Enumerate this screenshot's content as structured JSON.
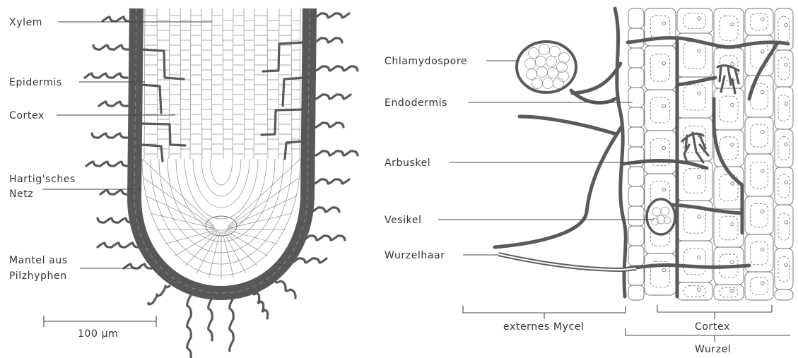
{
  "left_panel": {
    "labels": {
      "xylem": "Xylem",
      "epidermis": "Epidermis",
      "cortex": "Cortex",
      "hartig_line1": "Hartig'sches",
      "hartig_line2": "Netz",
      "mantle_line1": "Mantel aus",
      "mantle_line2": "Pilzhyphen"
    },
    "scale_bar": "100 μm"
  },
  "right_panel": {
    "labels": {
      "chlamydospore": "Chlamydospore",
      "endodermis": "Endodermis",
      "arbuskel": "Arbuskel",
      "vesikel": "Vesikel",
      "wurzelhaar": "Wurzelhaar"
    },
    "brackets": {
      "external_mycel": "externes Mycel",
      "cortex": "Cortex",
      "root": "Wurzel"
    }
  },
  "colors": {
    "hyphae": "#5a5a5a",
    "outline": "#6f6f6f",
    "text": "#333333"
  }
}
